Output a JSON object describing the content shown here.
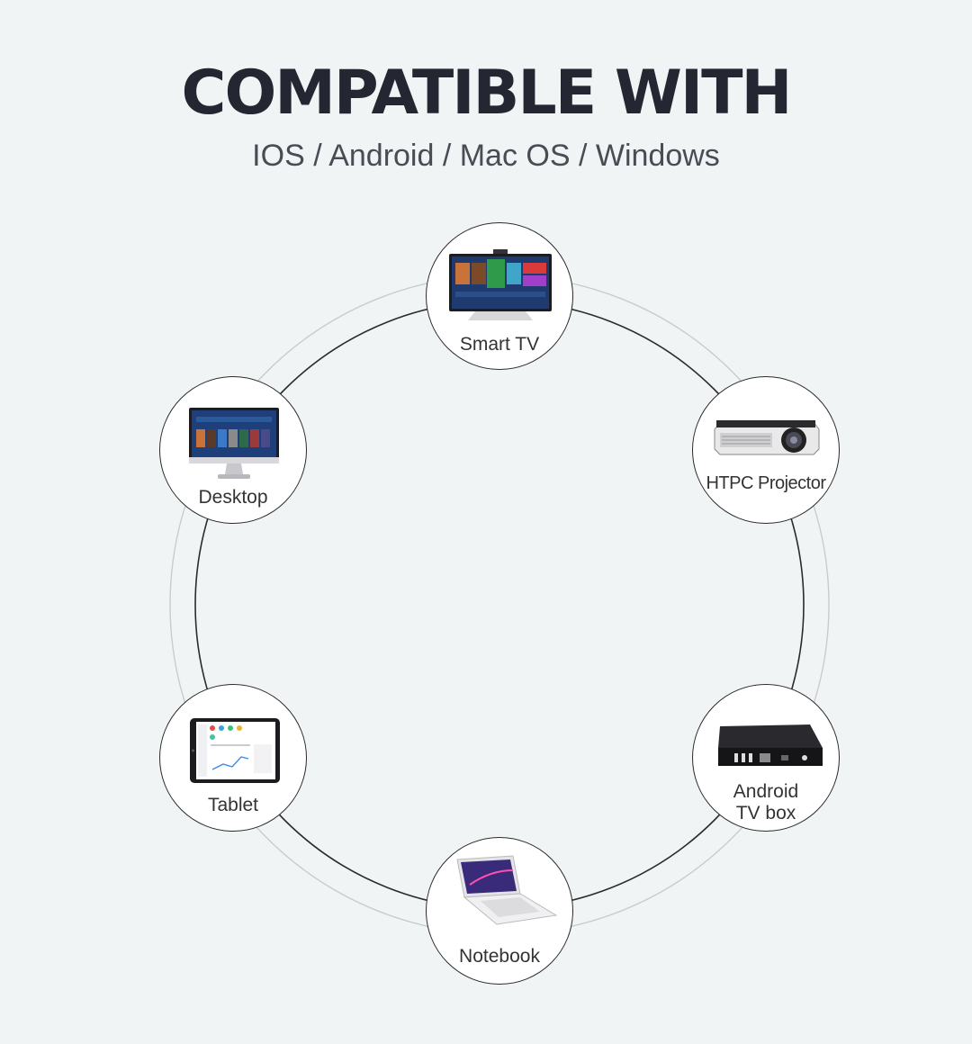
{
  "header": {
    "title": "COMPATIBLE WITH",
    "subtitle": "IOS / Android / Mac OS / Windows"
  },
  "devices": {
    "smart_tv": {
      "label": "Smart TV",
      "icon": "smart-tv-icon"
    },
    "projector": {
      "label": "HTPC Projector",
      "icon": "projector-icon"
    },
    "tv_box": {
      "line1": "Android",
      "line2": "TV box",
      "icon": "tv-box-icon"
    },
    "notebook": {
      "label": "Notebook",
      "icon": "notebook-icon"
    },
    "tablet": {
      "label": "Tablet",
      "icon": "tablet-icon"
    },
    "desktop": {
      "label": "Desktop",
      "icon": "desktop-monitor-icon"
    }
  },
  "colors": {
    "background": "#f1f4f5",
    "text": "#242631",
    "ring": "#2a2b30"
  }
}
